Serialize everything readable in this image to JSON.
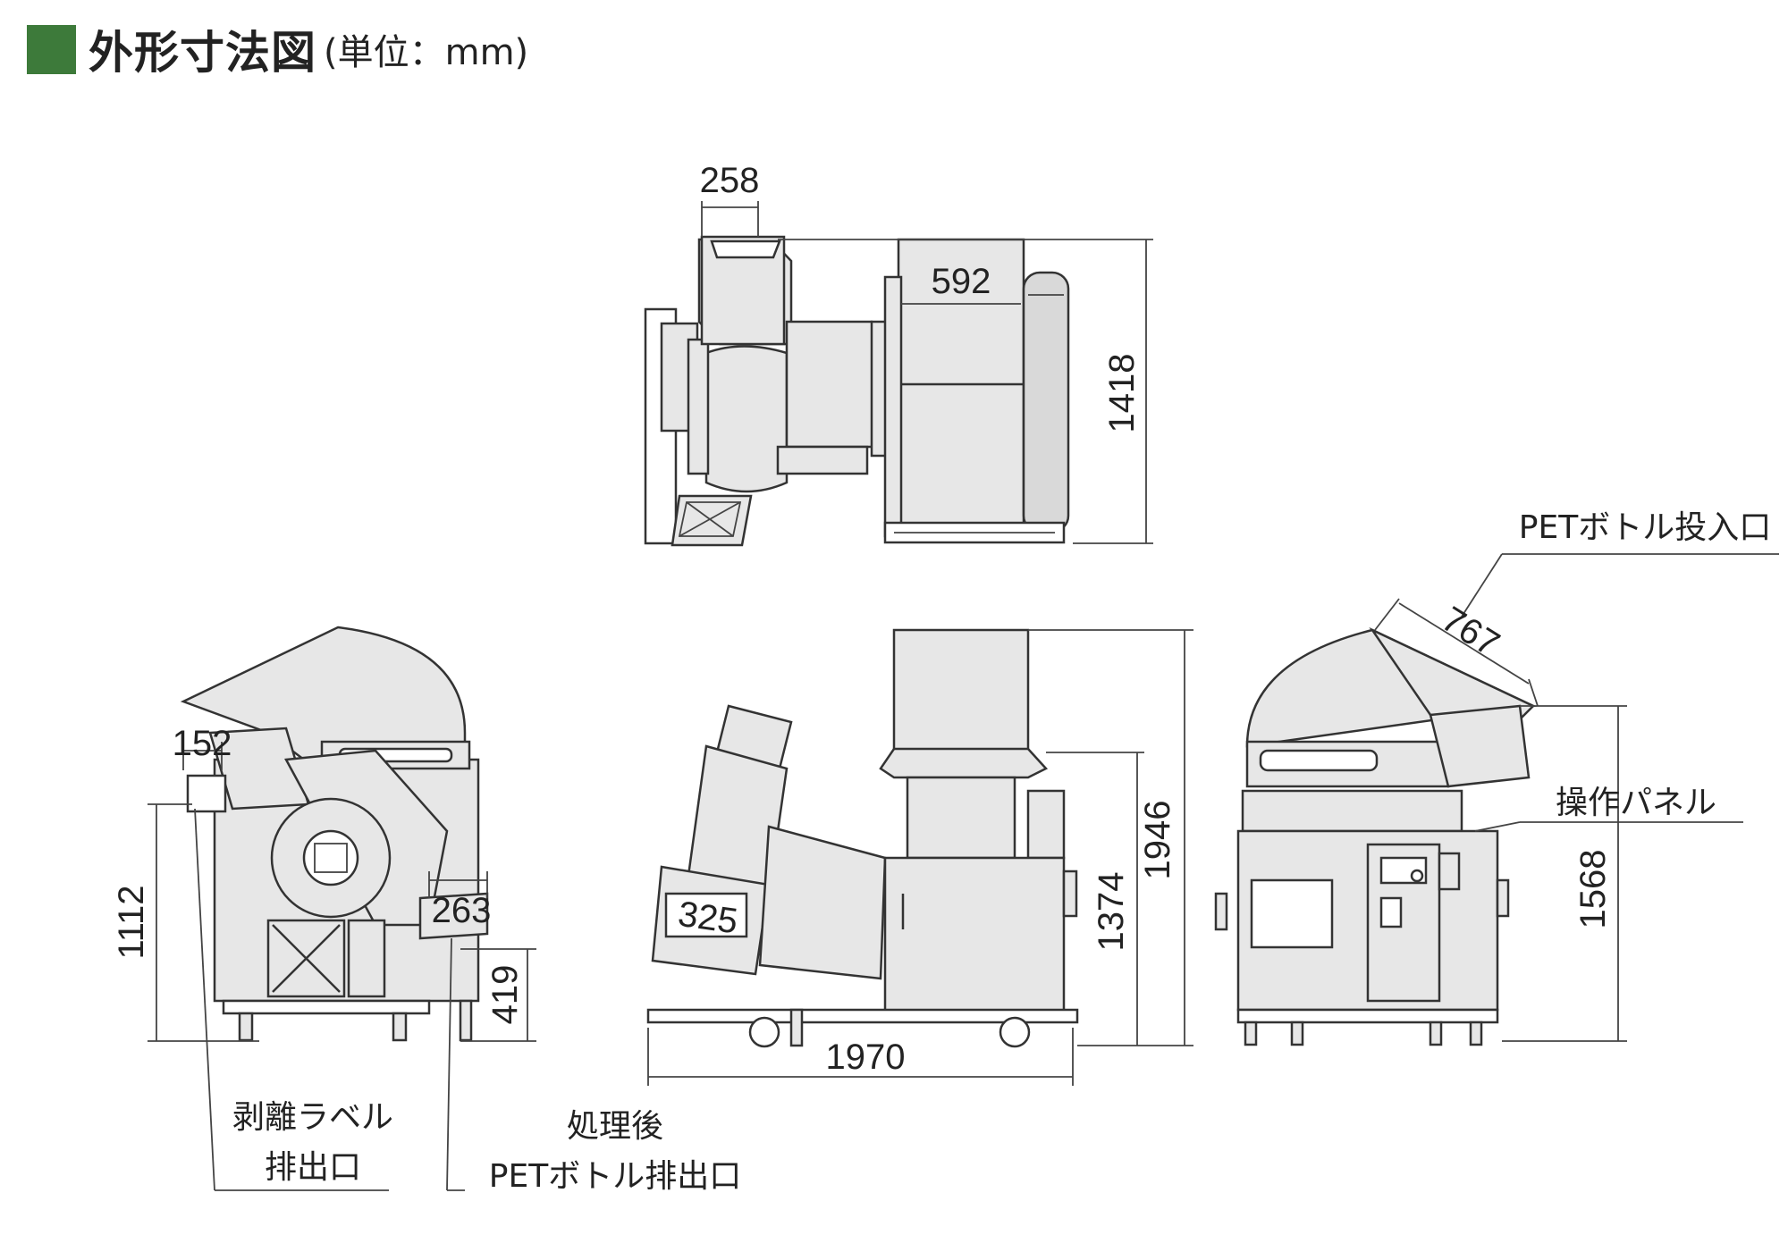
{
  "header": {
    "title": "外形寸法図",
    "unit": "(単位：mm)",
    "accent_color": "#3d7a3a"
  },
  "dimensions": {
    "top_width_hopper": "258",
    "top_width_body": "592",
    "top_depth": "1418",
    "side_label_width": "152",
    "side_outlet_height": "1112",
    "side_chute_width": "263",
    "side_pet_outlet_height": "419",
    "front_chute_width": "325",
    "front_total_width": "1970",
    "front_body_height": "1374",
    "front_total_height": "1946",
    "rear_inlet_width": "767",
    "rear_height": "1568"
  },
  "labels": {
    "pet_inlet": "PETボトル投入口",
    "control_panel": "操作パネル",
    "label_outlet_line1": "剥離ラベル",
    "label_outlet_line2": "排出口",
    "pet_outlet_line1": "処理後",
    "pet_outlet_line2": "PETボトル排出口"
  }
}
